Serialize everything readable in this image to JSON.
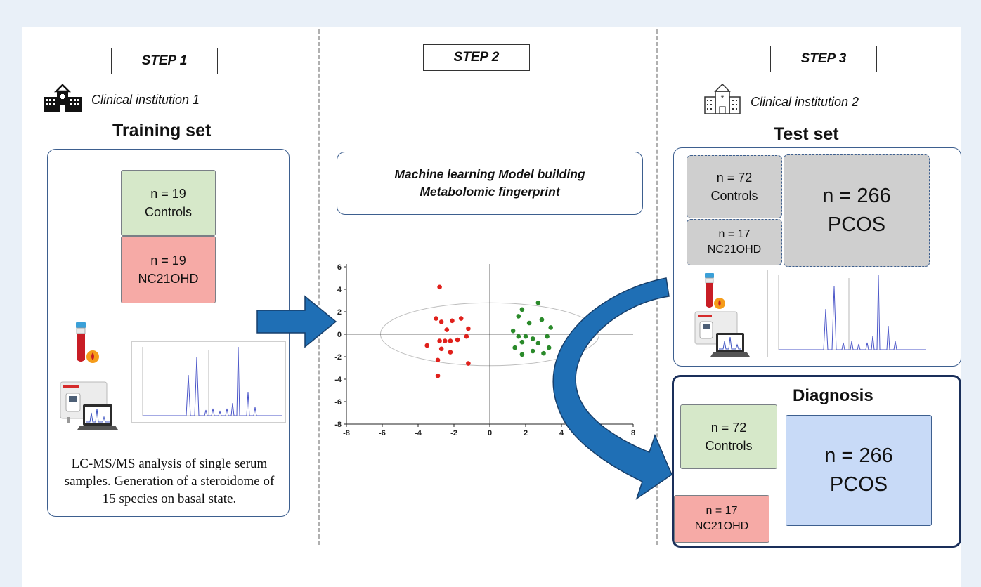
{
  "step1": {
    "label": "STEP 1",
    "institution": "Clinical institution 1",
    "set_title": "Training set",
    "controls": {
      "n": "n = 19",
      "name": "Controls"
    },
    "nc": {
      "n": "n = 19",
      "name": "NC21OHD"
    },
    "description": "LC-MS/MS analysis of single serum samples. Generation of a steroidome of 15 species on basal state."
  },
  "step2": {
    "label": "STEP 2",
    "model_line1": "Machine learning Model building",
    "model_line2": "Metabolomic fingerprint",
    "plot": {
      "x_ticks": [
        "-8",
        "-6",
        "-4",
        "-2",
        "0",
        "2",
        "4",
        "6",
        "8"
      ],
      "y_ticks": [
        "6",
        "4",
        "2",
        "0",
        "-2",
        "-4",
        "-6",
        "-8"
      ]
    }
  },
  "step3": {
    "label": "STEP 3",
    "institution": "Clinical institution 2",
    "set_title": "Test set",
    "test": {
      "controls": {
        "n": "n = 72",
        "name": "Controls"
      },
      "nc": {
        "n": "n = 17",
        "name": "NC21OHD"
      },
      "pcos": {
        "n": "n = 266",
        "name": "PCOS"
      }
    },
    "diagnosis_title": "Diagnosis",
    "diagnosis": {
      "controls": {
        "n": "n = 72",
        "name": "Controls"
      },
      "nc": {
        "n": "n = 17",
        "name": "NC21OHD"
      },
      "pcos": {
        "n": "n = 266",
        "name": "PCOS"
      }
    }
  },
  "colors": {
    "controls": "#d6e8c9",
    "nc21ohd": "#f6aaa6",
    "test_group": "#cfcfcf",
    "pcos_diagnosis": "#c8daf7",
    "arrow": "#1f6fb5",
    "box_border": "#3d5f8f",
    "plot_red": "#e0201b",
    "plot_green": "#2a8a2a"
  },
  "chart_data": {
    "type": "scatter",
    "title": "",
    "xlim": [
      -8,
      8
    ],
    "ylim": [
      -8,
      6
    ],
    "series": [
      {
        "color": "#e0201b",
        "points": [
          [
            -2.8,
            4.2
          ],
          [
            -3.0,
            1.4
          ],
          [
            -2.7,
            1.1
          ],
          [
            -2.1,
            1.2
          ],
          [
            -1.6,
            1.4
          ],
          [
            -2.4,
            0.4
          ],
          [
            -1.2,
            0.5
          ],
          [
            -2.8,
            -0.6
          ],
          [
            -2.5,
            -0.6
          ],
          [
            -2.2,
            -0.6
          ],
          [
            -1.8,
            -0.5
          ],
          [
            -1.3,
            -0.2
          ],
          [
            -2.7,
            -1.3
          ],
          [
            -3.5,
            -1.0
          ],
          [
            -2.2,
            -1.6
          ],
          [
            -1.2,
            -2.6
          ],
          [
            -2.9,
            -2.3
          ],
          [
            -2.9,
            -3.7
          ]
        ]
      },
      {
        "color": "#2a8a2a",
        "points": [
          [
            2.7,
            2.8
          ],
          [
            1.8,
            2.2
          ],
          [
            1.6,
            1.6
          ],
          [
            2.2,
            1.0
          ],
          [
            1.3,
            0.3
          ],
          [
            1.6,
            -0.2
          ],
          [
            2.0,
            -0.2
          ],
          [
            1.8,
            -0.7
          ],
          [
            2.4,
            -0.4
          ],
          [
            2.7,
            -0.8
          ],
          [
            3.2,
            -0.2
          ],
          [
            1.4,
            -1.2
          ],
          [
            2.4,
            -1.5
          ],
          [
            1.8,
            -1.8
          ],
          [
            3.0,
            -1.7
          ],
          [
            3.3,
            -1.2
          ],
          [
            2.9,
            1.3
          ],
          [
            3.4,
            0.6
          ]
        ]
      }
    ]
  }
}
